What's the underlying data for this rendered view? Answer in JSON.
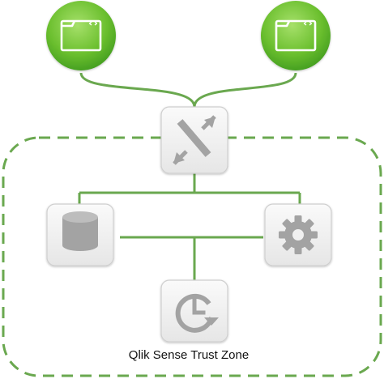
{
  "zone": {
    "label": "Qlik Sense Trust Zone",
    "border_color": "#6aa84f"
  },
  "clients": [
    {
      "id": "client-left",
      "icon": "browser-window-icon"
    },
    {
      "id": "client-right",
      "icon": "browser-window-icon"
    }
  ],
  "nodes": {
    "proxy": {
      "icon": "arrows-converge-icon"
    },
    "repository": {
      "icon": "database-icon"
    },
    "engine": {
      "icon": "gear-icon"
    },
    "scheduler": {
      "icon": "clock-refresh-icon"
    }
  },
  "colors": {
    "green_light": "#8fd14f",
    "green_dark": "#3f9a1f",
    "line_green": "#6aa84f",
    "tile_bg": "#f1f1f1",
    "tile_border": "#cfcfcf",
    "icon_gray": "#9e9e9e"
  }
}
